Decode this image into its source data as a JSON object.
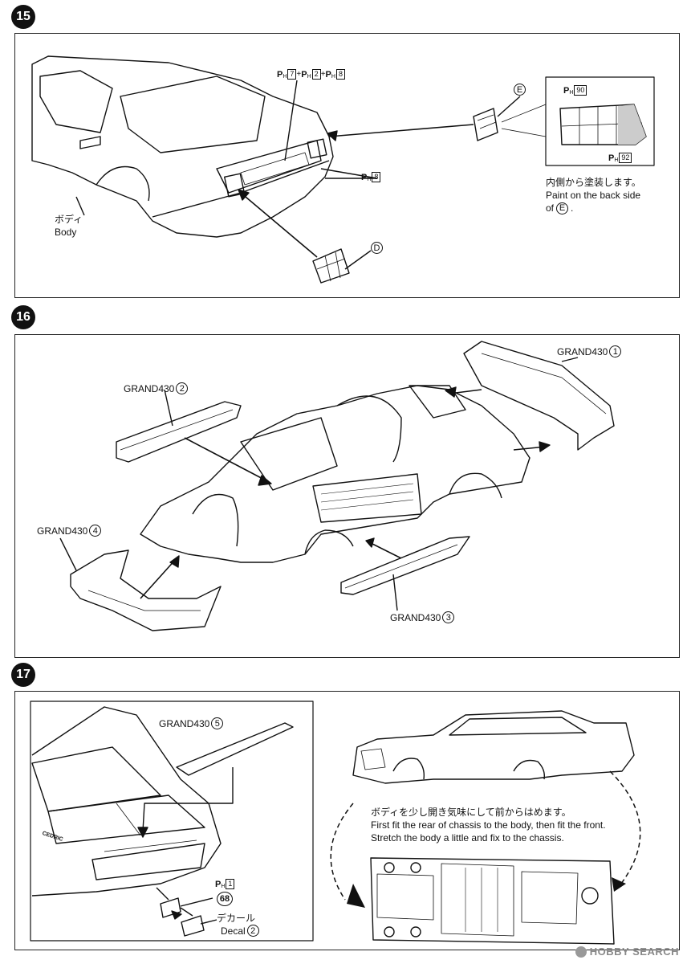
{
  "step15": {
    "number": "15",
    "paint_main": {
      "p1": "7",
      "p2": "2",
      "p3": "8"
    },
    "paint_side": "8",
    "paint_inner_top": "90",
    "paint_inner_bottom": "92",
    "part_e": "E",
    "part_d": "D",
    "body_jp": "ボディ",
    "body_en": "Body",
    "note_jp": "内側から塗装します。",
    "note_en": "Paint on the back side",
    "note_of": "of",
    "note_part": "E",
    "paint_prefix": "P",
    "paint_sub": "H"
  },
  "step16": {
    "number": "16",
    "parts": [
      {
        "name": "GRAND430",
        "num": "1"
      },
      {
        "name": "GRAND430",
        "num": "2"
      },
      {
        "name": "GRAND430",
        "num": "3"
      },
      {
        "name": "GRAND430",
        "num": "4"
      }
    ]
  },
  "step17": {
    "number": "17",
    "part5_name": "GRAND430",
    "part5_num": "5",
    "paint": "1",
    "decal_num": "68",
    "decal_jp": "デカール",
    "decal_en": "Decal",
    "decal_sheet": "2",
    "instr_jp": "ボディを少し開き気味にして前からはめます。",
    "instr_en1": "First fit the rear of chassis to the body, then fit the front.",
    "instr_en2": "Stretch the body a little and fix to the chassis.",
    "emblem_text": "CEDRIC"
  },
  "watermark": "HOBBY SEARCH",
  "colors": {
    "ink": "#111111",
    "watermark": "#888888"
  }
}
